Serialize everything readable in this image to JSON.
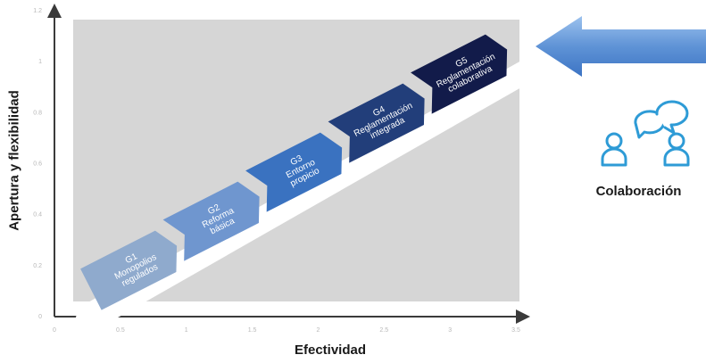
{
  "chart_data": {
    "type": "diagram",
    "xlabel": "Efectividad",
    "ylabel": "Apertura y flexibilidad",
    "xlim": [
      0,
      3.5
    ],
    "ylim": [
      0,
      1.2
    ],
    "x_ticks": [
      "0",
      "0.5",
      "1",
      "1.5",
      "2",
      "2.5",
      "3",
      "3.5"
    ],
    "y_ticks": [
      "0",
      "0.2",
      "0.4",
      "0.6",
      "0.8",
      "1",
      "1.2"
    ],
    "stages": [
      {
        "id": "G1",
        "lines": [
          "G1",
          "Monopolios",
          "regulados"
        ],
        "color": "#8faacd"
      },
      {
        "id": "G2",
        "lines": [
          "G2",
          "Reforma",
          "básica"
        ],
        "color": "#6f96cf"
      },
      {
        "id": "G3",
        "lines": [
          "G3",
          "Entorno",
          "propicio"
        ],
        "color": "#3a72c0"
      },
      {
        "id": "G4",
        "lines": [
          "G4",
          "Reglamentación",
          "integrada"
        ],
        "color": "#223e7a"
      },
      {
        "id": "G5",
        "lines": [
          "G5",
          "Reglamentación",
          "colaborativa"
        ],
        "color": "#121b4a"
      }
    ]
  },
  "callout": {
    "label": "Colaboración",
    "icon": "collaboration-icon",
    "arrow_color": "#5b8fd3",
    "icon_color": "#2e9bd6"
  }
}
